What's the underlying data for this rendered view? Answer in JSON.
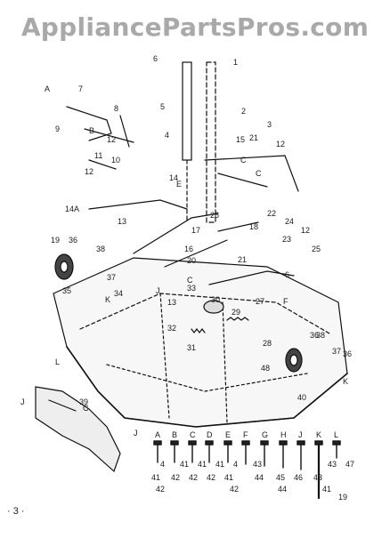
{
  "watermark": "AppliancePartsPros.com",
  "page_number": "· 3 ·",
  "callouts": [
    "A",
    "7",
    "8",
    "9",
    "B",
    "12",
    "10",
    "11",
    "12",
    "6",
    "1",
    "5",
    "2",
    "3",
    "4",
    "15",
    "21",
    "12",
    "C",
    "C",
    "E",
    "14",
    "14A",
    "13",
    "12",
    "24",
    "23",
    "25",
    "26",
    "17",
    "16",
    "20",
    "21",
    "22",
    "18",
    "19",
    "36",
    "38",
    "35",
    "37",
    "34",
    "K",
    "J",
    "33",
    "6",
    "13",
    "32",
    "C",
    "31",
    "30",
    "29",
    "27",
    "F",
    "28",
    "48",
    "36",
    "38",
    "37",
    "36",
    "K",
    "40",
    "39",
    "C",
    "L",
    "J",
    "J"
  ],
  "callout_positions_note": "",
  "hardware_legend": {
    "letters": [
      "A",
      "B",
      "C",
      "D",
      "E",
      "F",
      "G",
      "H",
      "J",
      "K",
      "L"
    ],
    "row1": [
      "4",
      "41",
      "41",
      "41",
      "4",
      "43",
      "43",
      "47"
    ],
    "row2": [
      "41",
      "42",
      "42",
      "42",
      "41",
      "44",
      "45",
      "46",
      "43"
    ],
    "row3": [
      "42",
      "42",
      "44",
      "41",
      "19"
    ]
  }
}
